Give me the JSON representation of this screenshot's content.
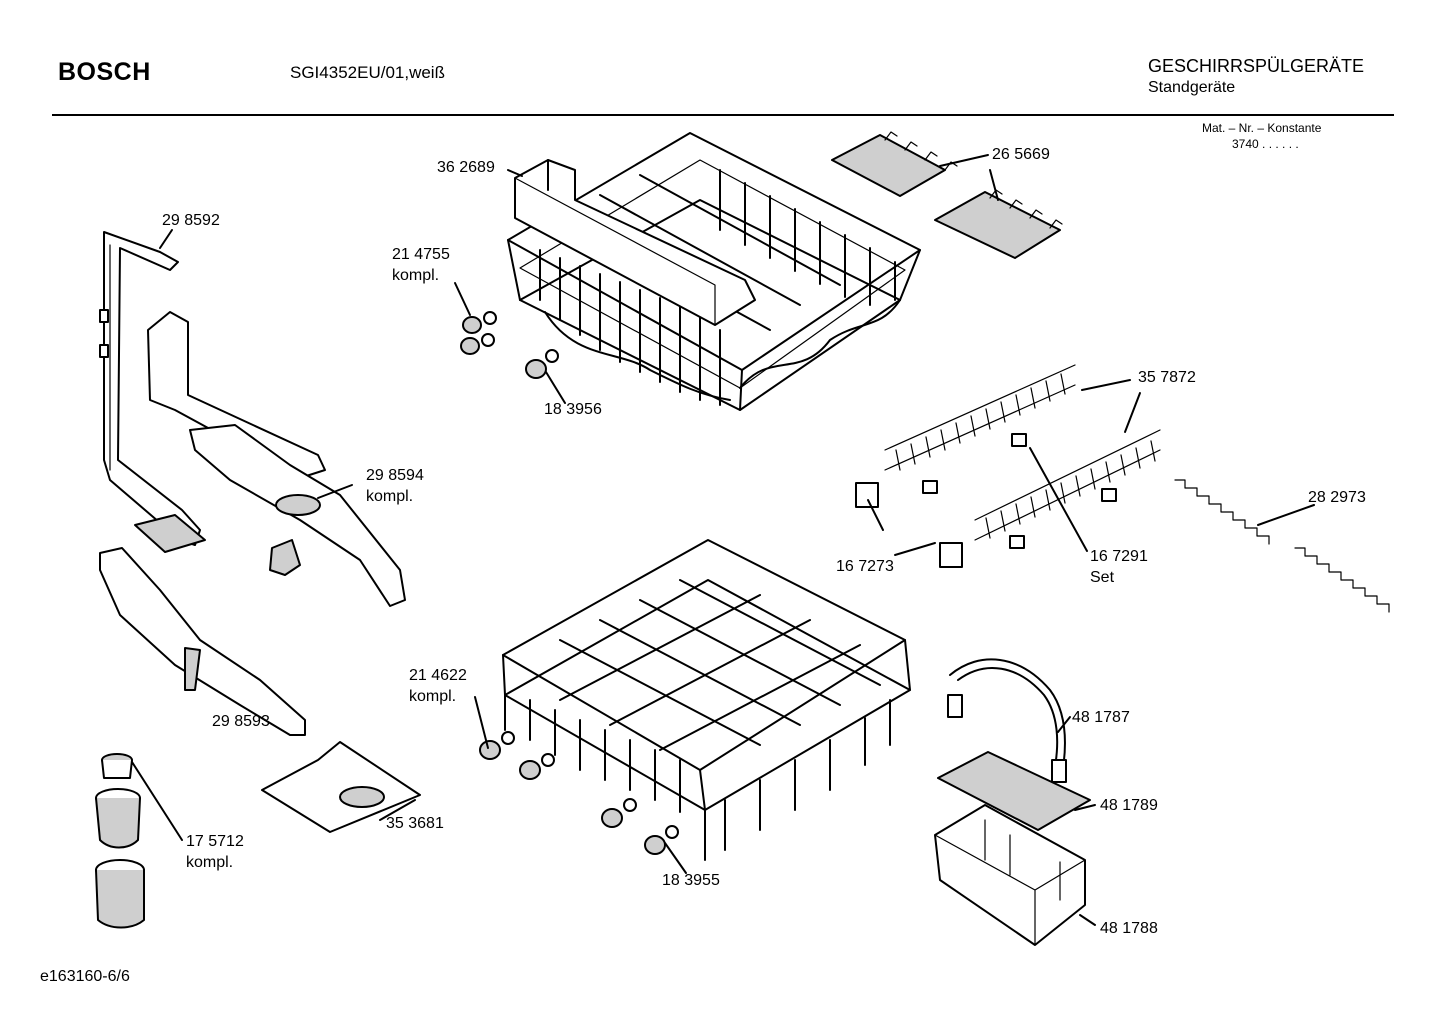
{
  "header": {
    "brand": "BOSCH",
    "model": "SGI4352EU/01,weiß",
    "category_line1": "GESCHIRRSPÜLGERÄTE",
    "category_line2": "Standgeräte",
    "mat_label": "Mat. – Nr. – Konstante",
    "mat_value": "3740  .  .    .  .  .  ."
  },
  "footer": {
    "code": "e163160-6/6"
  },
  "parts": [
    {
      "id": "p362689",
      "lines": [
        "36 2689"
      ]
    },
    {
      "id": "p265669",
      "lines": [
        "26 5669"
      ]
    },
    {
      "id": "p214755",
      "lines": [
        "21 4755",
        "kompl."
      ]
    },
    {
      "id": "p298592",
      "lines": [
        "29 8592"
      ]
    },
    {
      "id": "p183956",
      "lines": [
        "18 3956"
      ]
    },
    {
      "id": "p357872",
      "lines": [
        "35 7872"
      ]
    },
    {
      "id": "p298594",
      "lines": [
        "29 8594",
        "kompl."
      ]
    },
    {
      "id": "p282973",
      "lines": [
        "28 2973"
      ]
    },
    {
      "id": "p167273",
      "lines": [
        "16 7273"
      ]
    },
    {
      "id": "p167291",
      "lines": [
        "16 7291",
        "Set"
      ]
    },
    {
      "id": "p214622",
      "lines": [
        "21 4622",
        "kompl."
      ]
    },
    {
      "id": "p481787",
      "lines": [
        "48 1787"
      ]
    },
    {
      "id": "p298593",
      "lines": [
        "29 8593"
      ]
    },
    {
      "id": "p481789",
      "lines": [
        "48 1789"
      ]
    },
    {
      "id": "p353681",
      "lines": [
        "35 3681"
      ]
    },
    {
      "id": "p175712",
      "lines": [
        "17 5712",
        "kompl."
      ]
    },
    {
      "id": "p183955",
      "lines": [
        "18 3955"
      ]
    },
    {
      "id": "p481788",
      "lines": [
        "48 1788"
      ]
    }
  ]
}
